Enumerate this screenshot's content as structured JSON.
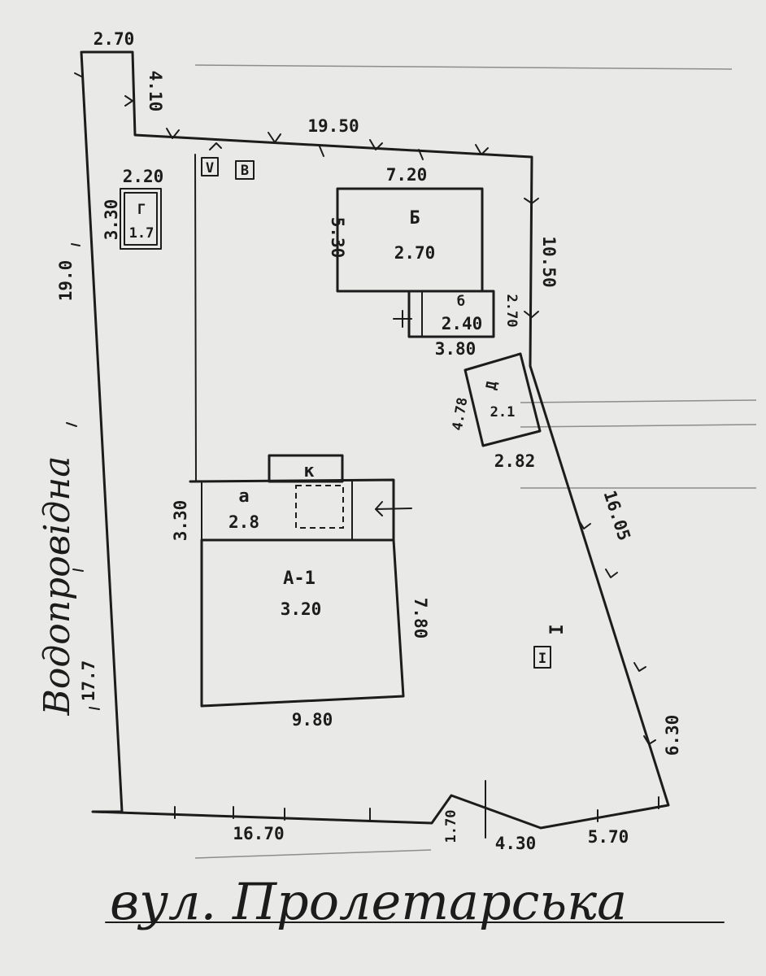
{
  "dimensions": {
    "top_notch_width": "2.70",
    "top_notch_height": "4.10",
    "top_boundary": "19.50",
    "left_boundary_upper": "19.0",
    "left_boundary_lower": "17.7",
    "right_boundary_upper": "10.50",
    "right_boundary_diagonal": "16.05",
    "right_boundary_lower": "6.30",
    "bottom_left": "16.70",
    "bottom_jog": "1.70",
    "bottom_middle": "4.30",
    "bottom_right": "5.70"
  },
  "buildings": {
    "g": {
      "letter": "Г",
      "value": "1.7",
      "width": "2.20",
      "height": "3.30"
    },
    "b": {
      "letter": "Б",
      "value": "2.70",
      "width": "7.20",
      "height": "5.30"
    },
    "v": {
      "letter": "б",
      "value": "2.40",
      "width": "3.80",
      "height": "2.70"
    },
    "d": {
      "letter": "Д",
      "value": "2.1",
      "width": "2.82",
      "height": "4.78"
    },
    "a_main": {
      "letter": "А-1",
      "value": "3.20",
      "width": "9.80",
      "height": "7.80"
    },
    "a_porch": {
      "letter": "а",
      "value": "2.8",
      "height": "3.30"
    }
  },
  "markers": {
    "box_v": "V",
    "box_b": "В",
    "box_i": "I",
    "side_i": "I",
    "porch_letter": "к"
  },
  "streets": {
    "bottom": "вул. Пролетарська",
    "left": "Водопровідна"
  }
}
